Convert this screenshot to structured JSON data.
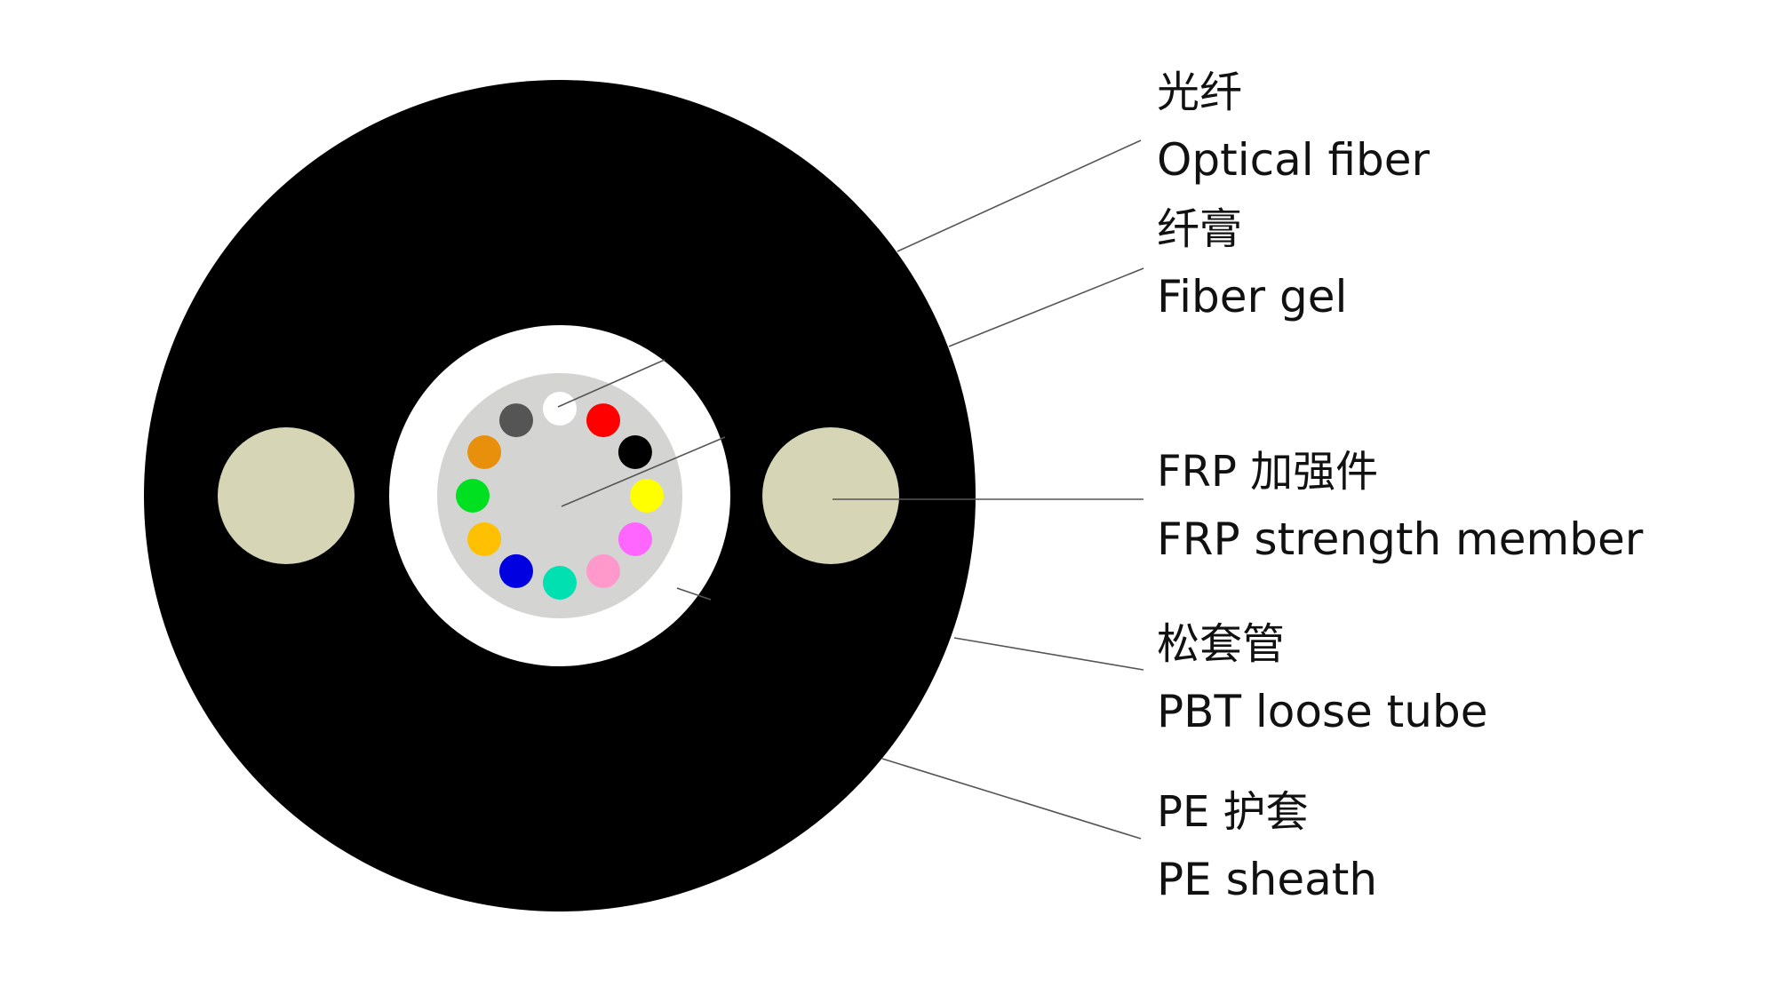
{
  "labels": {
    "optical_fiber": {
      "cn": "光纤",
      "en": "Optical fiber"
    },
    "fiber_gel": {
      "cn": "纤膏",
      "en": "Fiber gel"
    },
    "frp": {
      "cn": "FRP 加强件",
      "en": "FRP strength member"
    },
    "loose_tube": {
      "cn": "松套管",
      "en": "PBT loose tube"
    },
    "pe_sheath": {
      "cn": "PE 护套",
      "en": "PE sheath"
    }
  },
  "colors": {
    "sheath": "#000000",
    "strength_member": "#d6d5b5",
    "loose_tube": "#ffffff",
    "fiber_gel": "#d4d4d2",
    "leader_lines": "#555555"
  },
  "fiber_colors": [
    {
      "name": "white",
      "hex": "#ffffff"
    },
    {
      "name": "red",
      "hex": "#ff0000"
    },
    {
      "name": "black",
      "hex": "#000000"
    },
    {
      "name": "yellow",
      "hex": "#ffff00"
    },
    {
      "name": "violet",
      "hex": "#ff66ff"
    },
    {
      "name": "pink",
      "hex": "#ff99cc"
    },
    {
      "name": "aqua",
      "hex": "#00e0b0"
    },
    {
      "name": "blue",
      "hex": "#0000e0"
    },
    {
      "name": "orange-yellow",
      "hex": "#ffc000"
    },
    {
      "name": "green",
      "hex": "#00e020"
    },
    {
      "name": "orange",
      "hex": "#e8900c"
    },
    {
      "name": "slate",
      "hex": "#555555"
    }
  ]
}
